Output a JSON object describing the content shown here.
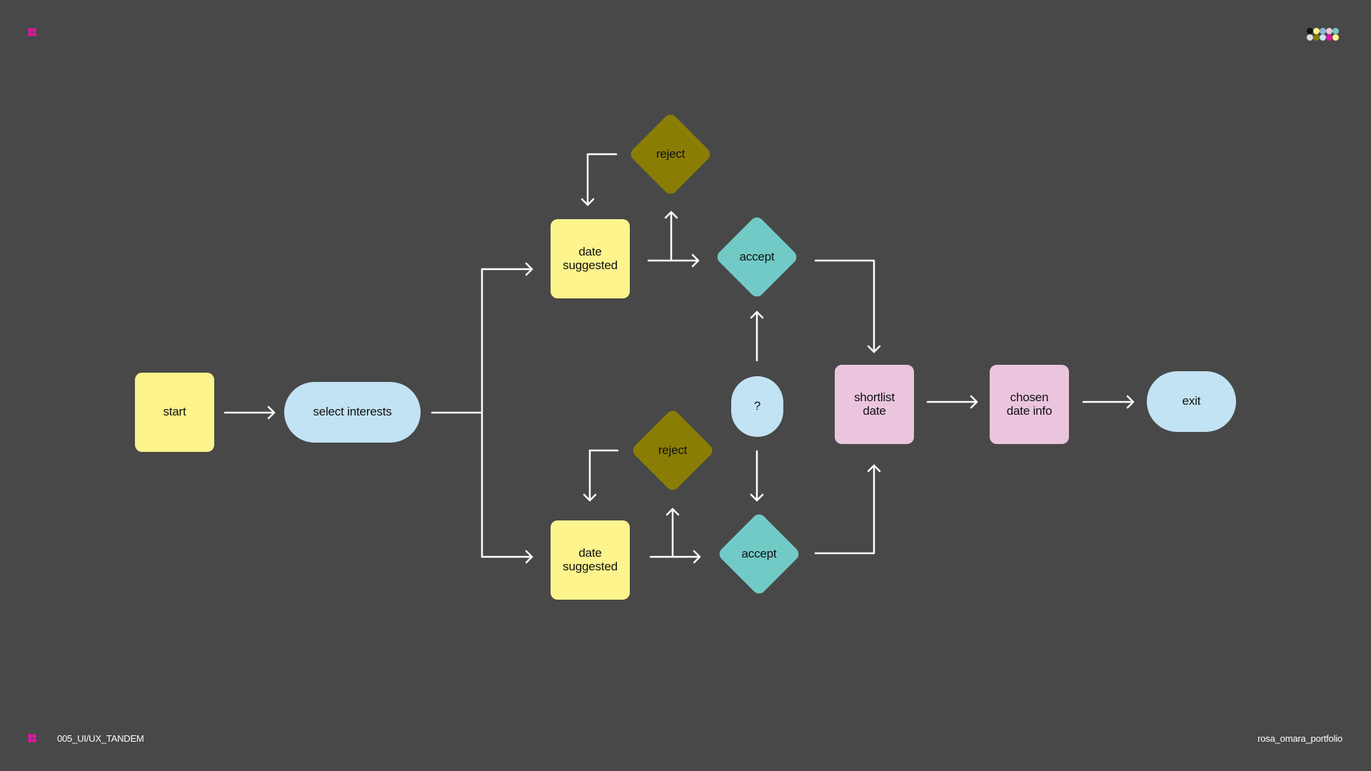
{
  "colors": {
    "background": "#484848",
    "yellow": "#fef48d",
    "light_blue": "#c2e3f3",
    "olive": "#8a7d05",
    "teal": "#72cac6",
    "pink": "#ebc5dd",
    "arrow": "#ffffff",
    "logo_magenta": "#e0159f"
  },
  "nodes": {
    "start": "start",
    "select_interests": "select interests",
    "date_suggested_top": "date\nsuggested",
    "date_suggested_bottom": "date\nsuggested",
    "reject_top": "reject",
    "reject_bottom": "reject",
    "accept_top": "accept",
    "accept_bottom": "accept",
    "question": "?",
    "shortlist_date": "shortlist\ndate",
    "chosen_date_info": "chosen\ndate info",
    "exit": "exit"
  },
  "footer": {
    "project_label": "005_UI/UX_TANDEM",
    "portfolio_label": "rosa_omara_portfolio"
  },
  "icons": {
    "top_left": "clover-logo-icon",
    "bottom_left": "clover-logo-icon",
    "top_right": "color-dots-icon"
  }
}
